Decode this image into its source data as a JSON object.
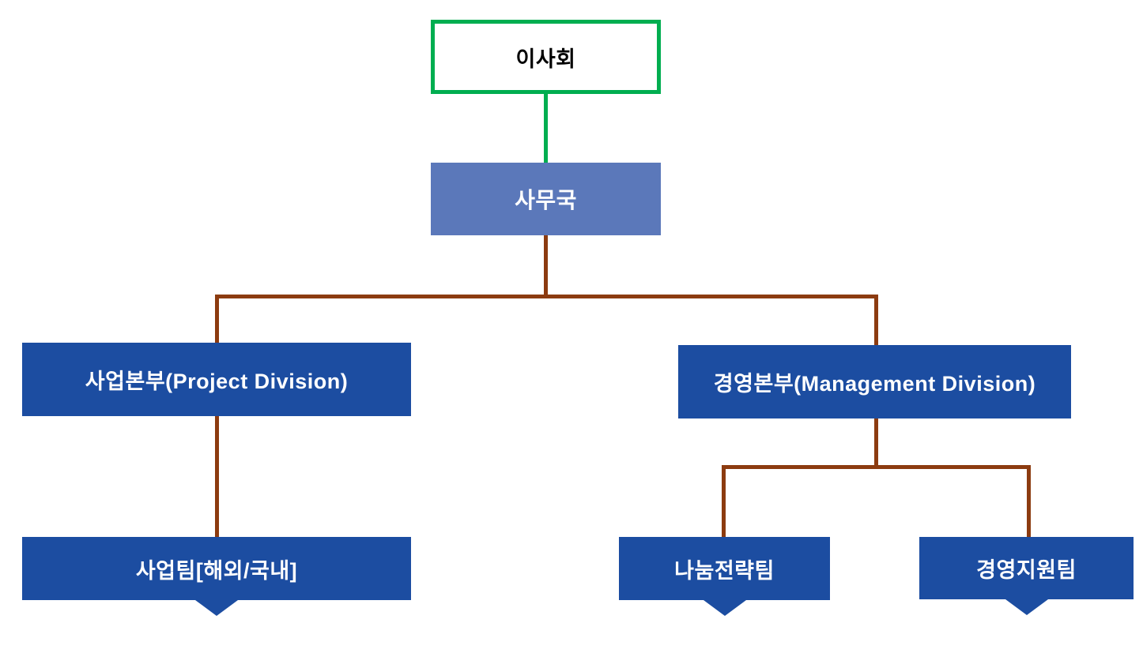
{
  "org_chart": {
    "board": {
      "label": "이사회"
    },
    "secretariat": {
      "label": "사무국"
    },
    "divisions": [
      {
        "label": "사업본부(Project Division)"
      },
      {
        "label": "경영본부(Management Division)"
      }
    ],
    "teams": [
      {
        "label": "사업팀[해외/국내]",
        "parent": "사업본부(Project Division)"
      },
      {
        "label": "나눔전략팀",
        "parent": "경영본부(Management Division)"
      },
      {
        "label": "경영지원팀",
        "parent": "경영본부(Management Division)"
      }
    ]
  },
  "colors": {
    "board_border": "#00AE50",
    "secretariat_fill": "#5B78BA",
    "division_fill": "#1C4DA1",
    "connector_green": "#00AE50",
    "connector_brown": "#8C3B10"
  }
}
